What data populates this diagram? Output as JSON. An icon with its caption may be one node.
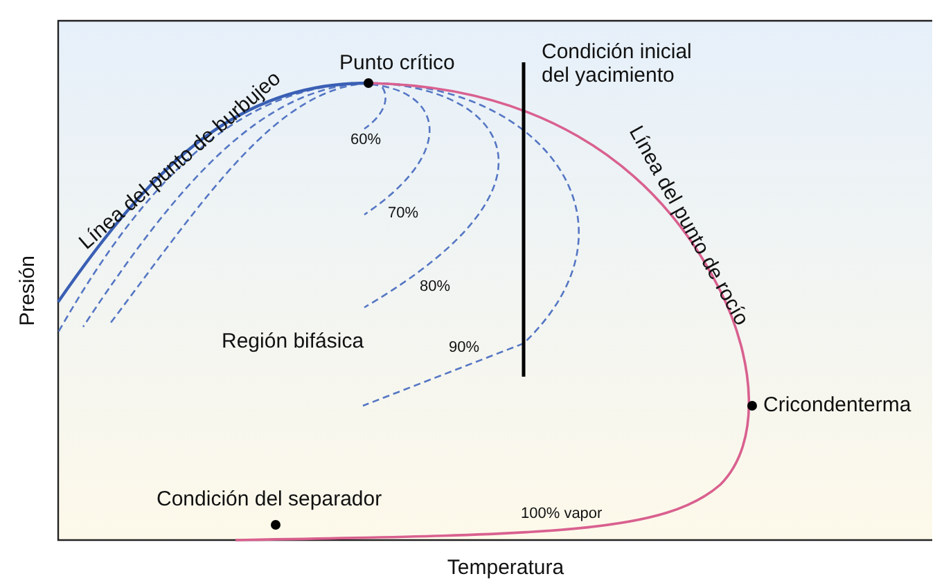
{
  "diagram": {
    "labels": [
      "Punto crítico",
      "Condición inicial del yacimiento",
      "Línea del punto de burbujeo",
      "Línea del punto de rocío",
      "60%",
      "70%",
      "80%",
      "Región bifásica",
      "90%",
      "Cricondenterma",
      "Condición del separador",
      "100% vapor",
      "Presión",
      "Temperatura"
    ]
  }
}
